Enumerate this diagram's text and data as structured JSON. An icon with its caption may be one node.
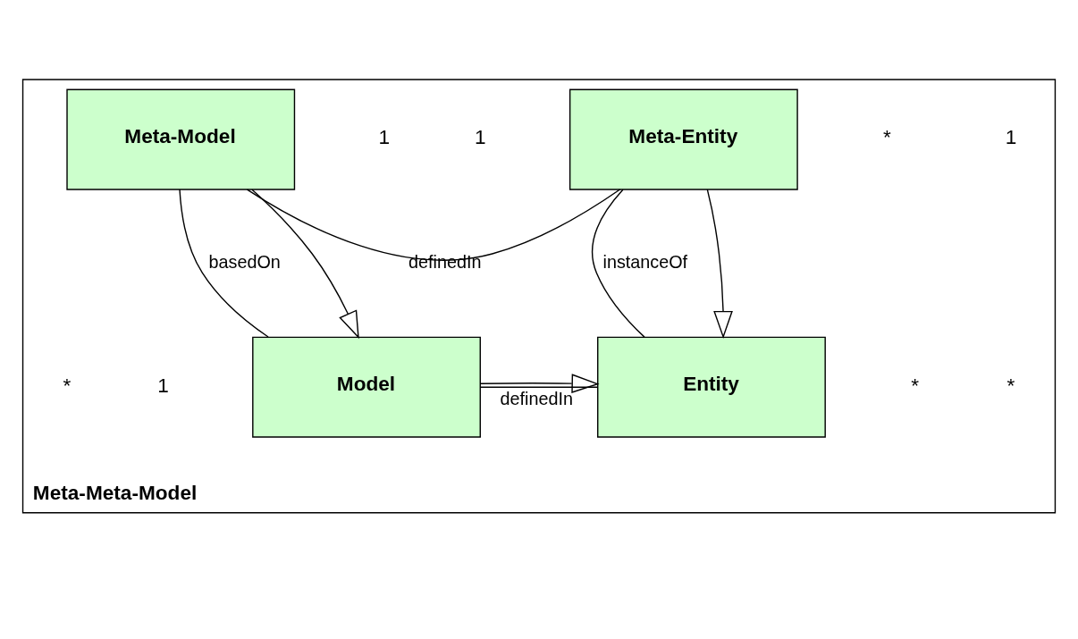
{
  "diagram": {
    "nodes": [
      {
        "text": [
          "Meta-Meta-Model"
        ]
      },
      {
        "text": [
          "Entity"
        ],
        "in": 0
      },
      {
        "text": [
          "Model"
        ],
        "in": 0
      },
      {
        "text": [
          "Meta-Entity"
        ],
        "in": 0
      },
      {
        "text": [
          "Meta-Model"
        ],
        "in": 0
      }
    ],
    "edges": [
      {
        "from": 2,
        "to": 1,
        "arrow": "to"
      },
      {
        "from": 1,
        "to": 2,
        "arrow": "none",
        "label": "definedIn"
      },
      {
        "from": 1,
        "to": 3,
        "arrow": "none",
        "label": "instanceOf"
      },
      {
        "from": 2,
        "to": 4,
        "arrow": "none",
        "label": "basedOn"
      },
      {
        "from": 3,
        "to": 1,
        "arrow": "to"
      },
      {
        "from": 4,
        "to": 2,
        "arrow": "to"
      },
      {
        "from": 3,
        "to": 4,
        "arrow": "none",
        "label": "definedIn"
      }
    ],
    "labels": [
      "*",
      "*",
      "1",
      "*",
      "1",
      "*",
      "1",
      "1"
    ]
  }
}
